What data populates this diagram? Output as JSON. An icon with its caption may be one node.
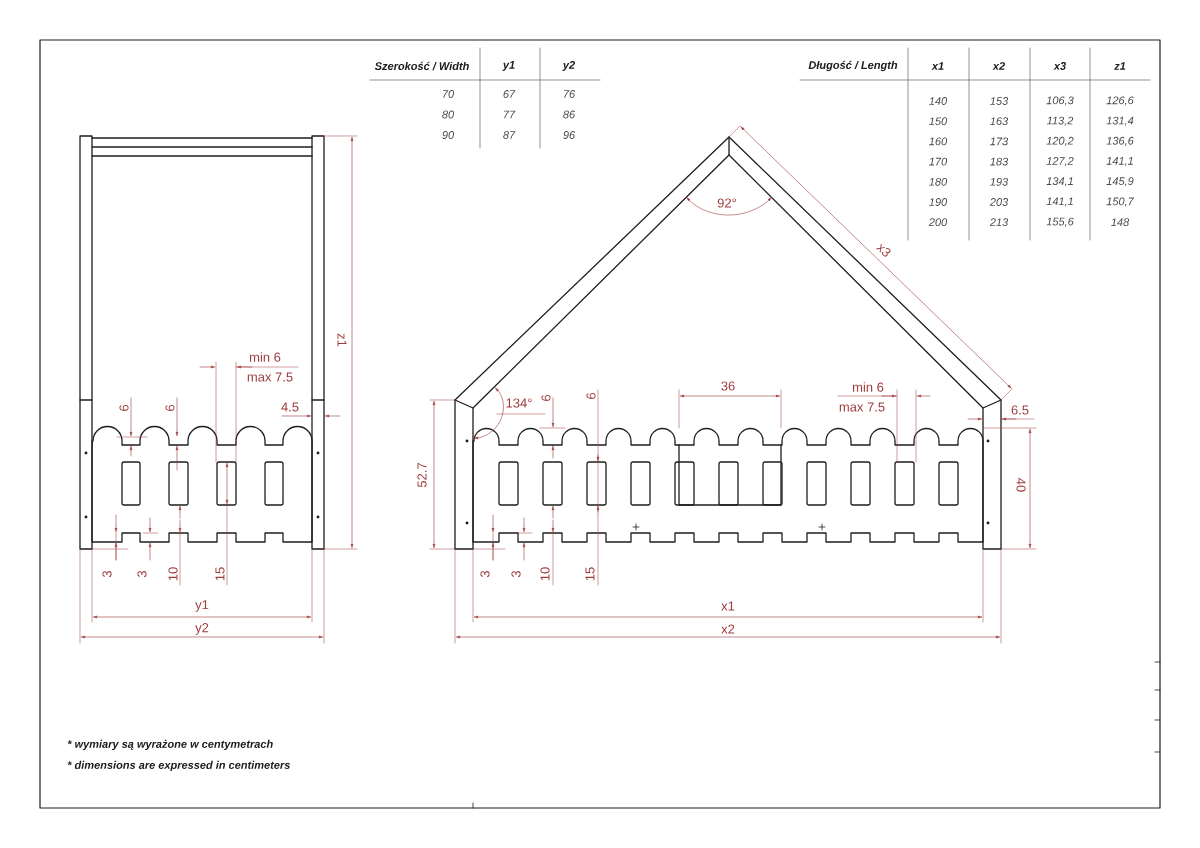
{
  "diagram": {
    "labels": [
      "Szerokość / Width",
      "y1",
      "y2",
      "70",
      "67",
      "76",
      "80",
      "77",
      "86",
      "90",
      "87",
      "96",
      "Długość / Length",
      "x1",
      "x2",
      "x3",
      "z1",
      "140",
      "153",
      "106,3",
      "126,6",
      "150",
      "163",
      "113,2",
      "131,4",
      "160",
      "173",
      "120,2",
      "136,6",
      "170",
      "183",
      "127,2",
      "141,1",
      "180",
      "193",
      "134,1",
      "145,9",
      "190",
      "203",
      "141,1",
      "150,7",
      "200",
      "213",
      "155,6",
      "148",
      "92°",
      "x3",
      "z1",
      "min 6",
      "max 7.5",
      "6",
      "6",
      "4.5",
      "3",
      "3",
      "10",
      "15",
      "y1",
      "y2",
      "134°",
      "6",
      "6",
      "36",
      "min 6",
      "max 7.5",
      "6.5",
      "52.7",
      "40",
      "3",
      "3",
      "10",
      "15",
      "x1",
      "x2",
      "* wymiary są wyrażone w centymetrach",
      "* dimensions are expressed in centimeters"
    ]
  }
}
